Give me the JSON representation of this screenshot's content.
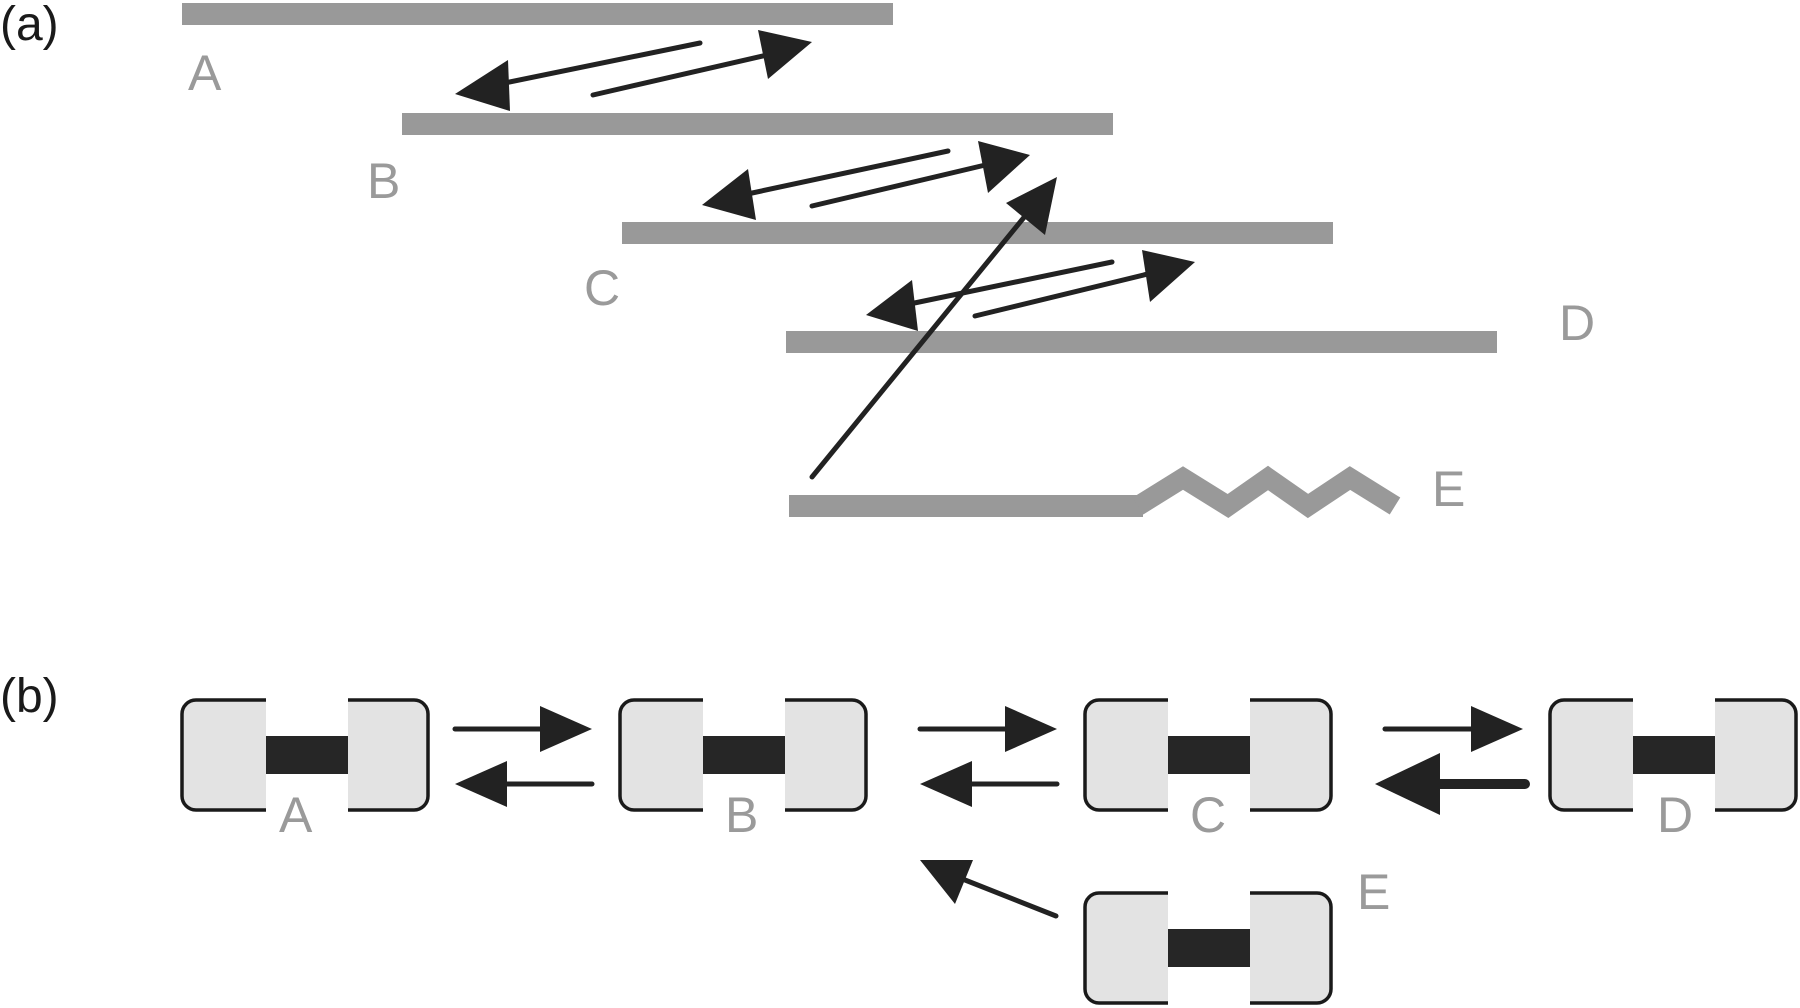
{
  "panels": {
    "a": "(a)",
    "b": "(b)"
  },
  "strands": {
    "A": "A",
    "B": "B",
    "C": "C",
    "D": "D",
    "E": "E"
  },
  "units": {
    "A": "A",
    "B": "B",
    "C": "C",
    "D": "D",
    "E": "E"
  },
  "colors": {
    "strand": "#999999",
    "arrow": "#222222",
    "box_fill": "#e3e3e3",
    "link": "#262626",
    "label": "#9a9a9a"
  }
}
